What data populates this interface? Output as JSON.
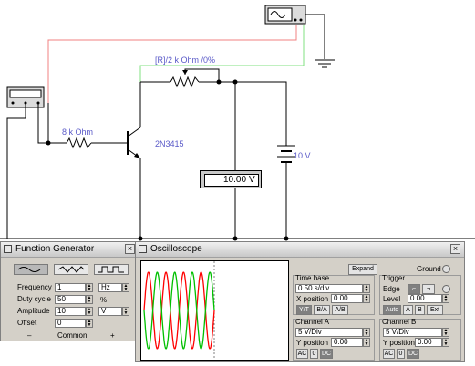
{
  "schematic": {
    "resistor_label": "8 k Ohm",
    "potentiometer_label": "[R]/2 k Ohm /0%",
    "transistor_label": "2N3415",
    "battery_label": "10 V",
    "voltmeter_value": "10.00",
    "voltmeter_unit": "V"
  },
  "function_generator": {
    "title": "Function Generator",
    "frequency_label": "Frequency",
    "frequency_value": "1",
    "frequency_unit": "Hz",
    "duty_label": "Duty cycle",
    "duty_value": "50",
    "duty_unit": "%",
    "amplitude_label": "Amplitude",
    "amplitude_value": "10",
    "amplitude_unit": "V",
    "offset_label": "Offset",
    "offset_value": "0",
    "minus": "–",
    "common": "Common",
    "plus": "+",
    "close": "×"
  },
  "oscilloscope": {
    "title": "Oscilloscope",
    "close": "×",
    "expand": "Expand",
    "ground": "Ground",
    "timebase": {
      "title": "Time base",
      "value": "0.50 s/div",
      "xpos_label": "X position",
      "xpos_value": "0.00",
      "btn_yt": "Y/T",
      "btn_ba": "B/A",
      "btn_ab": "A/B"
    },
    "trigger": {
      "title": "Trigger",
      "edge_label": "Edge",
      "level_label": "Level",
      "level_value": "0.00",
      "btn_auto": "Auto",
      "btn_a": "A",
      "btn_b": "B",
      "btn_ext": "Ext"
    },
    "channel_a": {
      "title": "Channel A",
      "value": "5 V/Div",
      "ypos_label": "Y position",
      "ypos_value": "0.00",
      "btn_ac": "AC",
      "btn_zero": "0",
      "btn_dc": "DC"
    },
    "channel_b": {
      "title": "Channel B",
      "value": "5 V/Div",
      "ypos_label": "Y position",
      "ypos_value": "0.00",
      "btn_ac": "AC",
      "btn_zero": "0",
      "btn_dc": "DC"
    },
    "colors": {
      "channel_a": "#ff0000",
      "channel_b": "#00c000"
    }
  }
}
